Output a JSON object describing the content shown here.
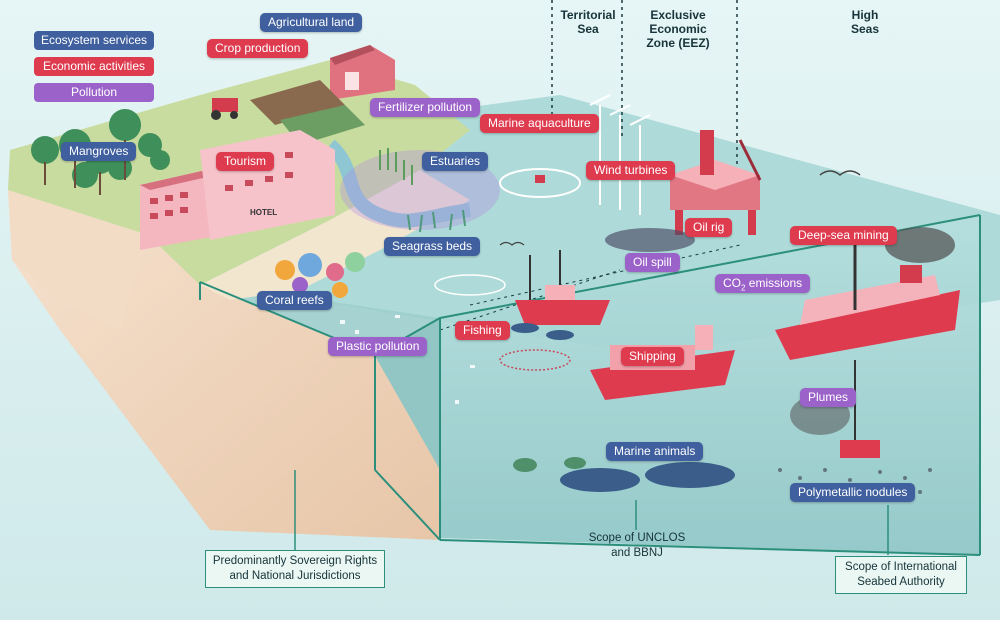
{
  "legend": {
    "ecosystem": {
      "label": "Ecosystem services",
      "color": "#3f5f9e"
    },
    "economic": {
      "label": "Economic activities",
      "color": "#de3b4f"
    },
    "pollution": {
      "label": "Pollution",
      "color": "#9b63c9"
    }
  },
  "zones": {
    "territorial": [
      "Territorial",
      "Sea"
    ],
    "eez": [
      "Exclusive",
      "Economic",
      "Zone (EEZ)"
    ],
    "high_seas": [
      "High",
      "Seas"
    ]
  },
  "labels": {
    "agricultural_land": "Agricultural land",
    "crop_production": "Crop production",
    "fertilizer_pollution": "Fertilizer pollution",
    "marine_aquaculture": "Marine aquaculture",
    "mangroves": "Mangroves",
    "tourism": "Tourism",
    "estuaries": "Estuaries",
    "wind_turbines": "Wind turbines",
    "oil_rig": "Oil rig",
    "seagrass_beds": "Seagrass beds",
    "oil_spill": "Oil spill",
    "deep_sea_mining": "Deep-sea mining",
    "co2_emissions_prefix": "CO",
    "co2_emissions_sub": "2",
    "co2_emissions_suffix": " emissions",
    "coral_reefs": "Coral reefs",
    "fishing": "Fishing",
    "plastic_pollution": "Plastic pollution",
    "shipping": "Shipping",
    "plumes": "Plumes",
    "marine_animals": "Marine animals",
    "polymetallic_nodules": "Polymetallic nodules",
    "hotel_sign": "HOTEL"
  },
  "scopes": {
    "sovereign": [
      "Predominantly Sovereign Rights",
      "and National Jurisdictions"
    ],
    "unclos": [
      "Scope of UNCLOS",
      "and BBNJ"
    ],
    "isa": [
      "Scope of International",
      "Seabed Authority"
    ]
  },
  "colors": {
    "sky": "#d8eef0",
    "land_top": "#c9dca0",
    "soil": "#f0d7c0",
    "sea_surface": "#a9d8d8",
    "water_side": "#9fd0cf",
    "outline": "#2c8f7c",
    "accent_red": "#de3b4f"
  }
}
